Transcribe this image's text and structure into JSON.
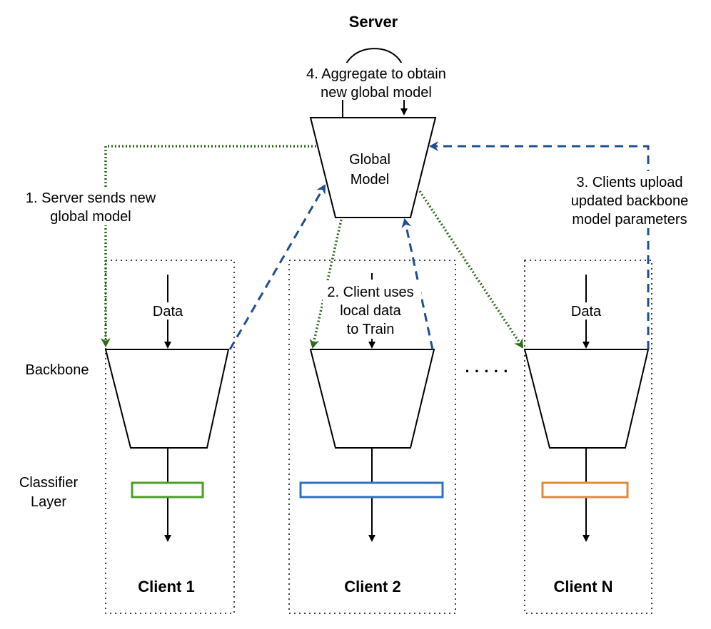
{
  "server": {
    "title": "Server",
    "global_model": [
      "Global",
      "Model"
    ],
    "aggregate": [
      "4. Aggregate to obtain",
      "new global model"
    ]
  },
  "steps": {
    "send": [
      "1. Server sends new",
      "global model"
    ],
    "train": [
      "2. Client uses",
      "local data",
      "to Train"
    ],
    "upload": [
      "3. Clients upload",
      "updated backbone",
      "model parameters"
    ]
  },
  "side_labels": {
    "backbone": "Backbone",
    "classifier": [
      "Classifier",
      "Layer"
    ]
  },
  "clients": [
    {
      "name": "Client 1",
      "data_label": "Data",
      "classifier_color": "#4a9e2a"
    },
    {
      "name": "Client 2",
      "data_label": "",
      "classifier_color": "#2f6fc4"
    },
    {
      "name": "Client N",
      "data_label": "Data",
      "classifier_color": "#e08a3c"
    }
  ],
  "ellipsis": "· · · · ·",
  "colors": {
    "send_arrow": "#2e6b1a",
    "upload_arrow": "#1f4f8f",
    "stroke": "#000000"
  }
}
